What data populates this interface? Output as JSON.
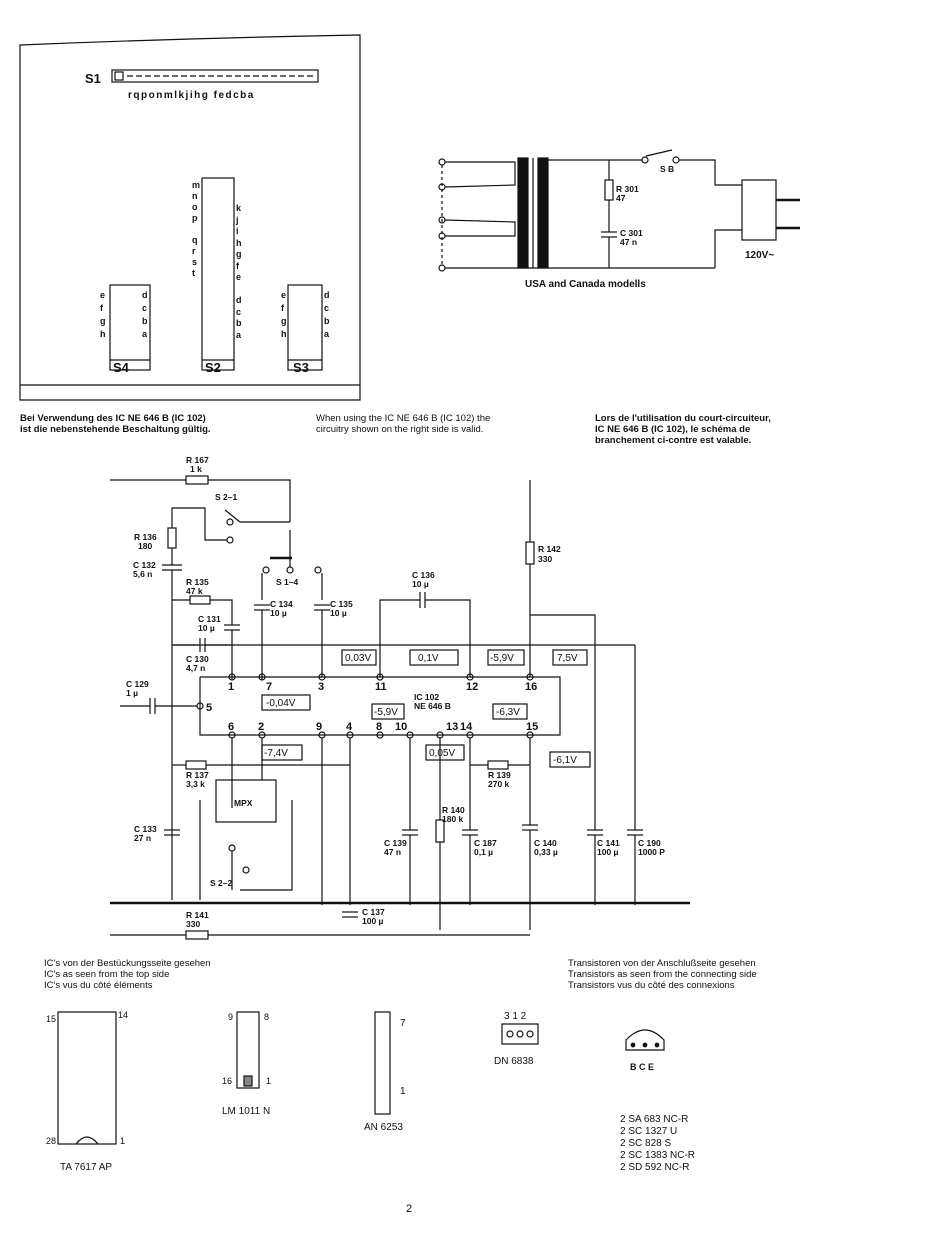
{
  "switch_panel": {
    "s1_label": "S1",
    "s1_letters": "rqponmlkjihg   fedcba",
    "s2_left": [
      "m",
      "n",
      "o",
      "p",
      "",
      "q",
      "r",
      "s",
      "t"
    ],
    "s2_right": [
      "",
      "",
      "k",
      "j",
      "i",
      "h",
      "g",
      "f",
      "e",
      "",
      "d",
      "c",
      "b",
      "a"
    ],
    "s4_left": [
      "e",
      "f",
      "g",
      "h"
    ],
    "s4_right": [
      "d",
      "c",
      "b",
      "a"
    ],
    "s3_left": [
      "e",
      "f",
      "g",
      "h"
    ],
    "s3_right": [
      "d",
      "c",
      "b",
      "a"
    ],
    "s2_label": "S2",
    "s3_label": "S3",
    "s4_label": "S4"
  },
  "power": {
    "caption": "USA and Canada modells",
    "sb": "S B",
    "r301": "R 301",
    "r301_val": "47",
    "c301": "C 301",
    "c301_val": "47 n",
    "mains": "120V~"
  },
  "captions": {
    "de": [
      "Bei Verwendung des IC NE 646 B (IC 102)",
      "ist die nebenstehende Beschaltung gültig."
    ],
    "en": [
      "When using the IC NE 646 B (IC 102) the",
      "circuitry shown on the right side is valid."
    ],
    "fr": [
      "Lors de l'utilisation du court-circuiteur,",
      "IC NE 646 B (IC 102), le schéma de",
      "branchement ci-contre est valable."
    ]
  },
  "schematic": {
    "r167": "R 167",
    "r167_v": "1 k",
    "s21": "S 2–1",
    "r136": "R 136",
    "r136_v": "180",
    "c132": "C 132",
    "c132_v": "5,6 n",
    "r135": "R 135",
    "r135_v": "47 k",
    "s14": "S 1–4",
    "c134": "C 134",
    "c134_v": "10 µ",
    "c135": "C 135",
    "c135_v": "10 µ",
    "c136": "C 136",
    "c136_v": "10 µ",
    "r142": "R 142",
    "r142_v": "330",
    "c131": "C 131",
    "c131_v": "10 µ",
    "c130": "C 130",
    "c130_v": "4,7 n",
    "c129": "C 129",
    "c129_v": "1 µ",
    "ic": "IC 102",
    "ic_v": "NE 646 B",
    "v1": "0,03V",
    "v2": "0,1V",
    "v3": "-5,9V",
    "v4": "7,5V",
    "v5": "-0,04V",
    "v6": "-5,9V",
    "v7": "-6,3V",
    "v8": "-7,4V",
    "v9": "0,05V",
    "v10": "-6,1V",
    "pins": [
      "1",
      "7",
      "3",
      "11",
      "12",
      "16",
      "5",
      "6",
      "2",
      "9",
      "4",
      "8",
      "10",
      "13",
      "14",
      "15"
    ],
    "r137": "R 137",
    "r137_v": "3,3 k",
    "mpx": "MPX",
    "r139": "R 139",
    "r139_v": "270 k",
    "r140": "R 140",
    "r140_v": "180 k",
    "c133": "C 133",
    "c133_v": "27 n",
    "c139": "C 139",
    "c139_v": "47 n",
    "c187": "C 187",
    "c187_v": "0,1 µ",
    "c140": "C 140",
    "c140_v": "0,33 µ",
    "c141": "C 141",
    "c141_v": "100 µ",
    "c190": "C 190",
    "c190_v": "1000 P",
    "s22": "S 2–2",
    "r141": "R 141",
    "r141_v": "330",
    "c137": "C 137",
    "c137_v": "100 µ"
  },
  "ic_caption": [
    "IC's von der Bestückungsseite gesehen",
    "IC's as seen from the top side",
    "IC's vus du côté éléments"
  ],
  "tr_caption": [
    "Transistoren von der Anschlußseite gesehen",
    "Transistors as seen from the connecting side",
    "Transistors vus du côté des connexions"
  ],
  "packages": {
    "ta_name": "TA 7617 AP",
    "ta_p15": "15",
    "ta_p14": "14",
    "ta_p28": "28",
    "ta_p1": "1",
    "lm_name": "LM 1011 N",
    "lm_p9": "9",
    "lm_p8": "8",
    "lm_p16": "16",
    "lm_p1": "1",
    "an_name": "AN 6253",
    "an_p7": "7",
    "an_p1": "1",
    "dn_name": "DN 6838",
    "dn_pins": "3 1 2",
    "bce": "B C E"
  },
  "transistors": [
    "2 SA 683 NC-R",
    "2 SC 1327 U",
    "2 SC  828 S",
    "2 SC 1383 NC-R",
    "2 SD  592 NC-R"
  ],
  "page_number": "2"
}
